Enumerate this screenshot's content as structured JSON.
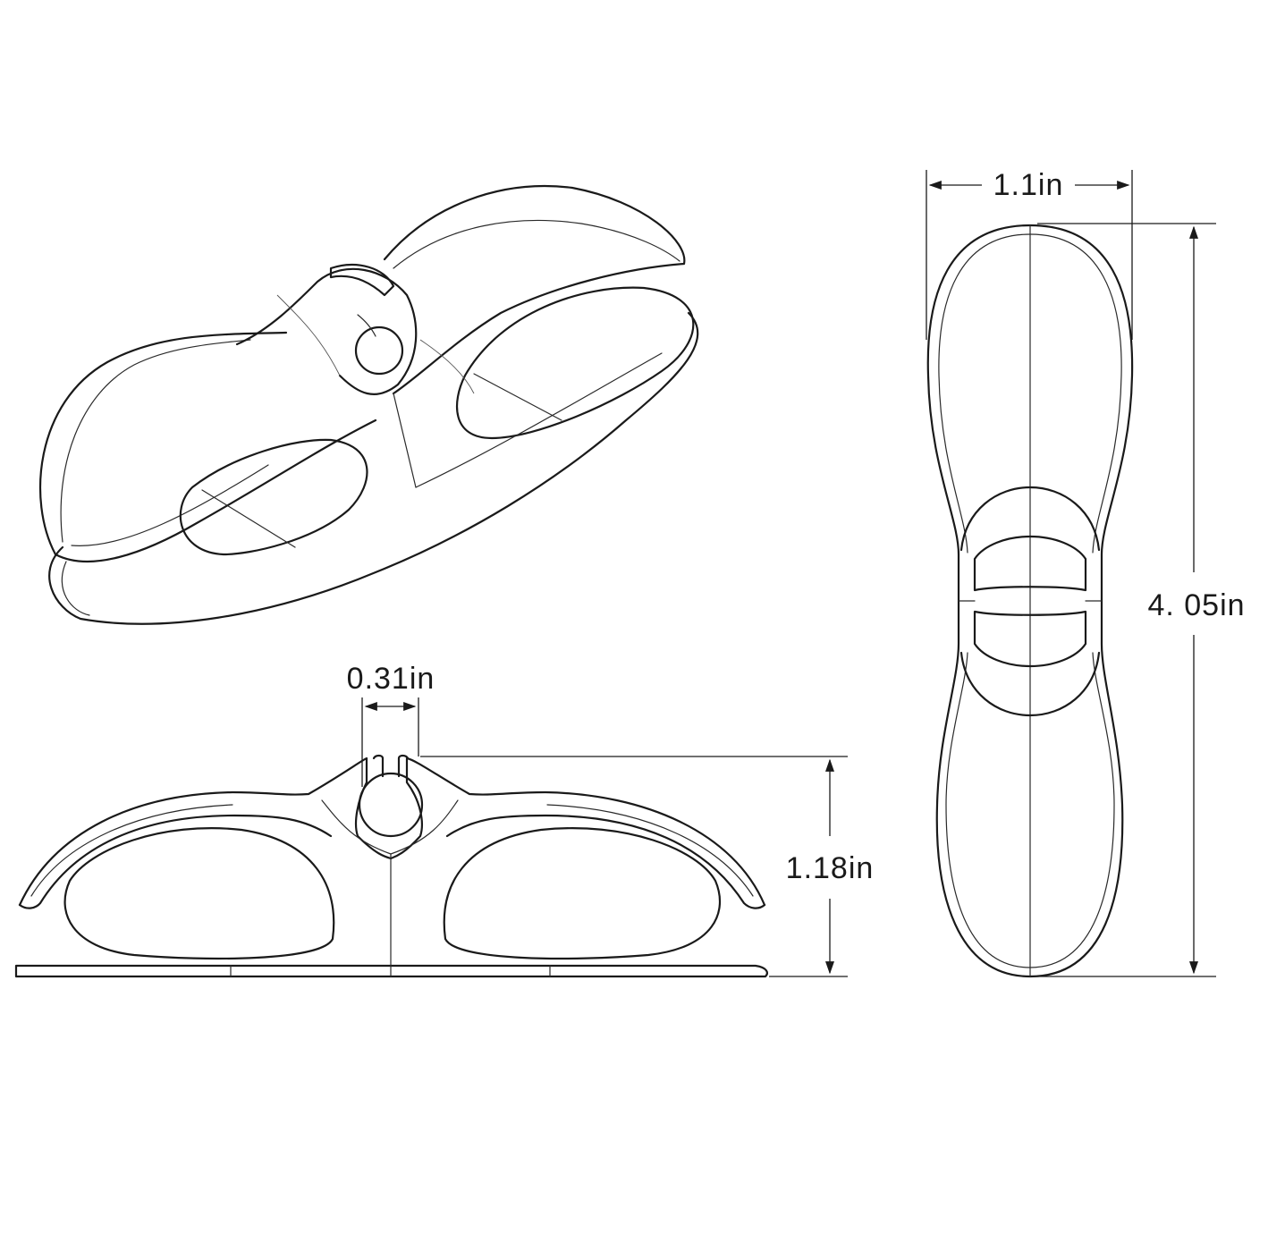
{
  "dimensions": {
    "width_label": "1.1in",
    "length_label": "4. 05in",
    "slot_label": "0.31in",
    "height_label": "1.18in"
  },
  "colors": {
    "line": "#1a1a1a",
    "background": "#ffffff"
  }
}
